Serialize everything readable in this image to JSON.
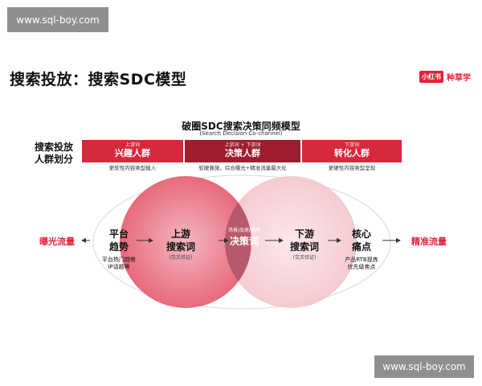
{
  "watermark": "www.sql-boy.com",
  "slide_title": "搜索投放：搜索SDC模型",
  "logo": {
    "badge": "小红书",
    "text": "种草学"
  },
  "diagram": {
    "title": "破圈SDC搜索决策同频模型",
    "subtitle": "(Search Decision Co-channel)",
    "row_label_1": "搜索投放",
    "row_label_2": "人群划分",
    "bands": [
      {
        "tag": "上游词",
        "name": "兴趣人群",
        "desc": "更软性内容类型植入"
      },
      {
        "tag": "上游词 + 下游词",
        "name": "决策人群",
        "desc": "软硬兼施，综合曝光+精准流量最大化"
      },
      {
        "tag": "下游词",
        "name": "转化人群",
        "desc": "更硬性内容类型呈现"
      }
    ],
    "left_end": "曝光流量",
    "right_end": "精准流量",
    "platform": {
      "line1": "平台",
      "line2": "趋势",
      "note1": "平台热门趋势",
      "note2": "IP话题等"
    },
    "core": {
      "line1": "核心",
      "line2": "痛点",
      "note1": "产品RTB提炼",
      "note2": "优先级卖点"
    },
    "upstream": {
      "line1": "上游",
      "line2": "搜索词",
      "note": "(交叉验证)"
    },
    "downstream": {
      "line1": "下游",
      "line2": "搜索词",
      "note": "(交叉验证)"
    },
    "decision": {
      "note": "场景/品类/品牌",
      "label": "决策词"
    }
  },
  "colors": {
    "accent": "#e0253d",
    "band": "#d8283c",
    "band_dark": "#9e1d2e",
    "circle": "#ea6f80",
    "overlap": "#a33a4f"
  }
}
